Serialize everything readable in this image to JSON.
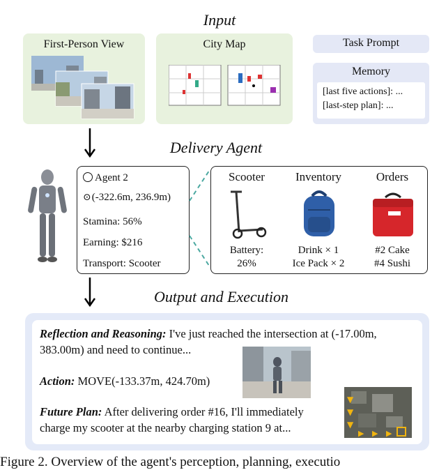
{
  "titles": {
    "input": "Input",
    "delivery_agent": "Delivery Agent",
    "output": "Output and Execution"
  },
  "input": {
    "first_person_view": "First-Person View",
    "city_map": "City Map",
    "task_prompt": "Task Prompt",
    "memory": {
      "title": "Memory",
      "line1": "[last five actions]: ...",
      "line2": "[last-step plan]: ..."
    }
  },
  "agent": {
    "name": "Agent 2",
    "position": "(-322.6m, 236.9m)",
    "stamina": "Stamina: 56%",
    "earning": "Earning: $216",
    "transport": "Transport: Scooter"
  },
  "status": {
    "scooter_title": "Scooter",
    "scooter_text1": "Battery:",
    "scooter_text2": "26%",
    "inventory_title": "Inventory",
    "inventory_text1": "Drink × 1",
    "inventory_text2": "Ice Pack × 2",
    "orders_title": "Orders",
    "orders_text1": "#2 Cake",
    "orders_text2": "#4 Sushi"
  },
  "output": {
    "reflection_label": "Reflection and Reasoning:",
    "reflection_text1": " I've just reached the intersection at (-17.00m,",
    "reflection_text2": "383.00m) and need to continue...",
    "action_label": "Action:",
    "action_text": " MOVE(-133.37m, 424.70m)",
    "plan_label": "Future Plan:",
    "plan_text1": " After delivering order #16, I'll immediately",
    "plan_text2": "charge my scooter at the nearby charging station 9 at..."
  },
  "caption": "Figure 2. Overview of the agent's perception, planning, executio"
}
